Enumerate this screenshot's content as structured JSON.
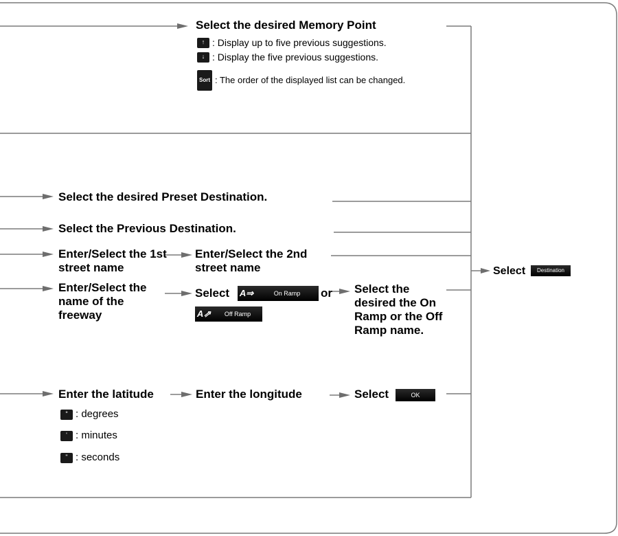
{
  "memory": {
    "title": "Select the desired Memory Point",
    "notes": [
      {
        "icon_label": "",
        "text": ": Display up to five previous suggestions."
      },
      {
        "icon_label": "",
        "text": ": Display the five previous suggestions."
      },
      {
        "icon_label": "Sort",
        "text": ": The order of the displayed list can be changed."
      }
    ]
  },
  "preset": {
    "text": "Select the desired Preset Destination."
  },
  "previous": {
    "text": "Select the Previous Destination."
  },
  "intersection": {
    "step1": "Enter/Select the 1st street name",
    "step2": "Enter/Select the 2nd street name"
  },
  "freeway": {
    "step1": "Enter/Select the name of the freeway",
    "select": "Select",
    "or": "or",
    "on_ramp_label": "On Ramp",
    "off_ramp_label": "Off Ramp",
    "step3": "Select the desired the On Ramp or the Off Ramp name."
  },
  "coordinates": {
    "step1": "Enter the latitude",
    "step2": "Enter the longitude",
    "step3_select": "Select",
    "ok_label": "OK",
    "legend": [
      {
        "symbol": "°",
        "text": ": degrees"
      },
      {
        "symbol": "'",
        "text": ": minutes"
      },
      {
        "symbol": "\"",
        "text": ": seconds"
      }
    ]
  },
  "final": {
    "select": "Select",
    "button_label": "Destination"
  },
  "colors": {
    "line": "#7a7a7a",
    "arrow": "#6e6e6e",
    "button": "#111111"
  }
}
